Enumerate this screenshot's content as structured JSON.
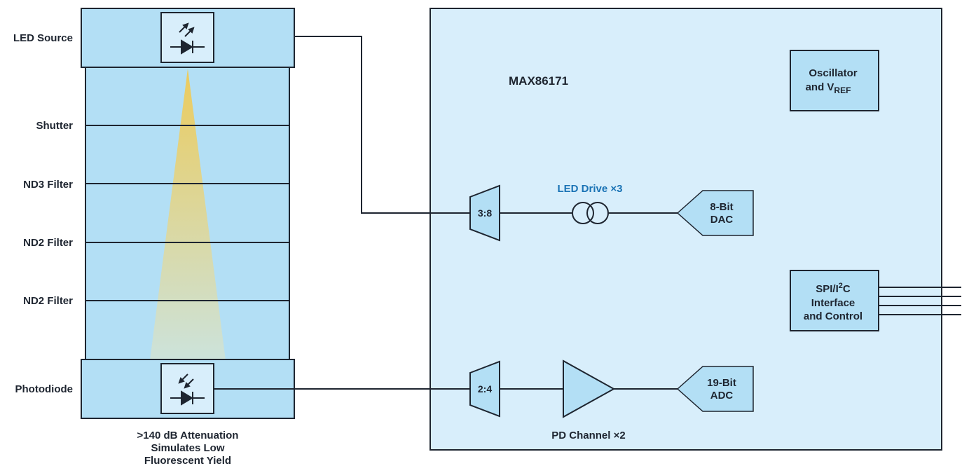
{
  "colors": {
    "stroke": "#1e2530",
    "stack_fill": "#b3dff5",
    "chip_fill": "#d8eefb",
    "block_fill": "#b3dff5",
    "icon_box_fill": "#d8eefb",
    "beam_top": "#f2c94c",
    "beam_bottom": "#cfe3d8",
    "accent_label": "#1a73b5"
  },
  "left_labels": {
    "led_source": "LED Source",
    "shutter": "Shutter",
    "nd3": "ND3 Filter",
    "nd2_a": "ND2 Filter",
    "nd2_b": "ND2 Filter",
    "photodiode": "Photodiode"
  },
  "caption": {
    "line1": ">140 dB Attenuation",
    "line2": "Simulates Low",
    "line3": "Fluorescent Yield"
  },
  "chip": {
    "name": "MAX86171",
    "oscillator": {
      "line1": "Oscillator",
      "line2_main": "and V",
      "line2_sub": "REF"
    },
    "led_mux": "3:8",
    "led_drive_label": "LED Drive ×3",
    "dac": {
      "line1": "8-Bit",
      "line2": "DAC"
    },
    "interface": {
      "line1_main": "SPI/I",
      "line1_sup": "2",
      "line1_end": "C",
      "line2": "Interface",
      "line3": "and Control"
    },
    "pd_mux": "2:4",
    "pd_channel_label": "PD Channel ×2",
    "adc": {
      "line1": "19-Bit",
      "line2": "ADC"
    }
  },
  "icons": {
    "led": "led-diode-icon",
    "photodiode": "photodiode-icon"
  }
}
